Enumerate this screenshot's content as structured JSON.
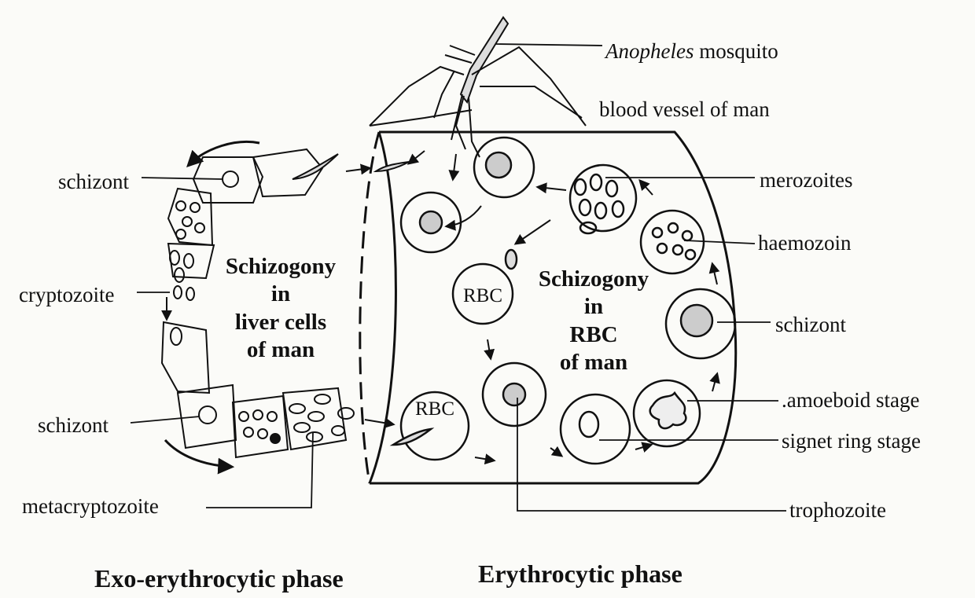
{
  "labels": {
    "mosquito_italic": "Anopheles",
    "mosquito_rest": " mosquito",
    "blood_vessel": "blood vessel of man",
    "schizont_top": "schizont",
    "cryptozoite": "cryptozoite",
    "schizont_bottom": "schizont",
    "metacryptozoite": "metacryptozoite",
    "merozoites": "merozoites",
    "haemozoin": "haemozoin",
    "schizont_right": "schizont",
    "amoeboid": ".amoeboid stage",
    "signet": "signet ring stage",
    "trophozoite": "trophozoite"
  },
  "liver_block": [
    "Schizogony",
    "in",
    "liver cells",
    "of man"
  ],
  "rbc_block": [
    "Schizogony",
    "in",
    "RBC",
    "of man"
  ],
  "rbc_labels": {
    "upper": "RBC",
    "lower": "RBC"
  },
  "phases": {
    "exo": "Exo-erythrocytic phase",
    "ery": "Erythrocytic phase"
  }
}
